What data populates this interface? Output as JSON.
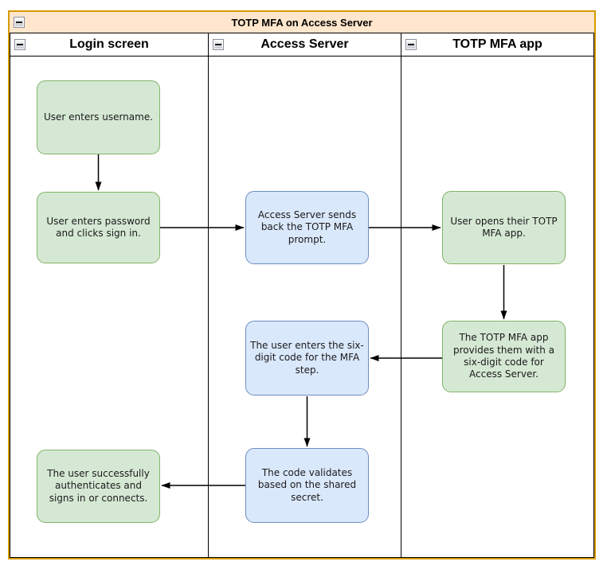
{
  "pool": {
    "title": "TOTP MFA on Access Server"
  },
  "lanes": [
    {
      "label": "Login screen"
    },
    {
      "label": "Access Server"
    },
    {
      "label": "TOTP MFA app"
    }
  ],
  "nodes": [
    {
      "id": "enter-username",
      "lane": "Login screen",
      "style": "green",
      "text": "User enters username."
    },
    {
      "id": "enter-password",
      "lane": "Login screen",
      "style": "green",
      "text": "User enters password and clicks sign in."
    },
    {
      "id": "totp-prompt",
      "lane": "Access Server",
      "style": "blue",
      "text": "Access Server sends back the TOTP MFA prompt."
    },
    {
      "id": "open-mfa-app",
      "lane": "TOTP MFA app",
      "style": "green",
      "text": "User opens their TOTP MFA app."
    },
    {
      "id": "provide-code",
      "lane": "TOTP MFA app",
      "style": "green",
      "text": "The TOTP MFA app provides them with a six-digit code for Access Server."
    },
    {
      "id": "enter-code",
      "lane": "Access Server",
      "style": "blue",
      "text": "The user enters the six-digit code for the MFA step."
    },
    {
      "id": "code-validates",
      "lane": "Access Server",
      "style": "blue",
      "text": "The code validates based on the shared secret."
    },
    {
      "id": "auth-success",
      "lane": "Login screen",
      "style": "green",
      "text": "The user successfully authenticates and signs in or connects."
    }
  ],
  "edges": [
    {
      "from": "enter-username",
      "to": "enter-password"
    },
    {
      "from": "enter-password",
      "to": "totp-prompt"
    },
    {
      "from": "totp-prompt",
      "to": "open-mfa-app"
    },
    {
      "from": "open-mfa-app",
      "to": "provide-code"
    },
    {
      "from": "provide-code",
      "to": "enter-code"
    },
    {
      "from": "enter-code",
      "to": "code-validates"
    },
    {
      "from": "code-validates",
      "to": "auth-success"
    }
  ],
  "colors": {
    "pool_fill": "#FFE6CC",
    "pool_stroke": "#D79B00",
    "green_fill": "#D5E8D4",
    "green_stroke": "#82B366",
    "blue_fill": "#DAE8FC",
    "blue_stroke": "#6C8EBF",
    "lane_stroke": "#000000",
    "arrow": "#000000"
  }
}
